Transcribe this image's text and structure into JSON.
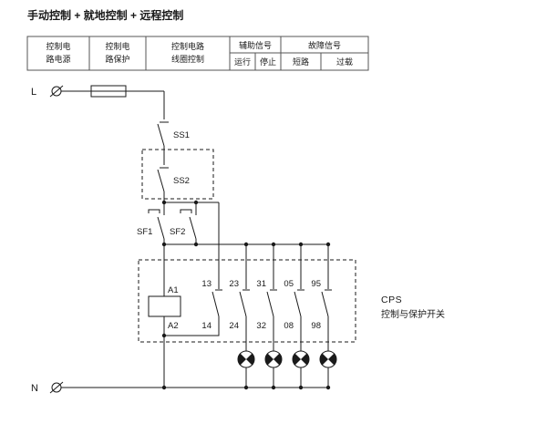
{
  "title": "手动控制 + 就地控制 + 远程控制",
  "table": {
    "col1_line1": "控制电",
    "col1_line2": "路电源",
    "col2_line1": "控制电",
    "col2_line2": "路保护",
    "col3_line1": "控制电路",
    "col3_line2": "线圈控制",
    "aux_header": "辅助信号",
    "aux_run": "运行",
    "aux_stop": "停止",
    "fault_header": "故障信号",
    "fault_short": "短路",
    "fault_overload": "过载"
  },
  "labels": {
    "line_l": "L",
    "line_n": "N",
    "ss1": "SS1",
    "ss2": "SS2",
    "sf1": "SF1",
    "sf2": "SF2",
    "coil_a1": "A1",
    "coil_a2": "A2",
    "cps": "CPS",
    "cps_desc": "控制与保护开关"
  },
  "contacts": {
    "top": [
      "13",
      "23",
      "31",
      "05",
      "95"
    ],
    "bottom": [
      "14",
      "24",
      "32",
      "08",
      "98"
    ]
  },
  "colors": {
    "line": "#1a1a1a",
    "background": "#ffffff"
  }
}
